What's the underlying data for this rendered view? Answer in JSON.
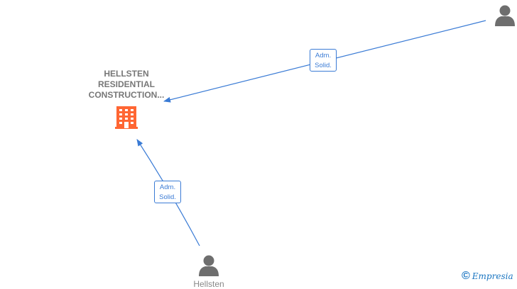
{
  "company": {
    "name_lines": [
      "HELLSTEN",
      "RESIDENTIAL",
      "CONSTRUCTION..."
    ],
    "icon": "building-icon",
    "color": "#ff6633"
  },
  "relations": [
    {
      "label_lines": [
        "Adm.",
        "Solid."
      ]
    },
    {
      "label_lines": [
        "Adm.",
        "Solid."
      ]
    }
  ],
  "people": [
    {
      "icon": "person-icon",
      "name": ""
    },
    {
      "icon": "person-icon",
      "name": "Hellsten"
    }
  ],
  "colors": {
    "edge": "#3a7bd5",
    "person": "#6e6e6e",
    "text": "#777777"
  },
  "branding": {
    "copyright": "©",
    "name": "Empresia"
  }
}
